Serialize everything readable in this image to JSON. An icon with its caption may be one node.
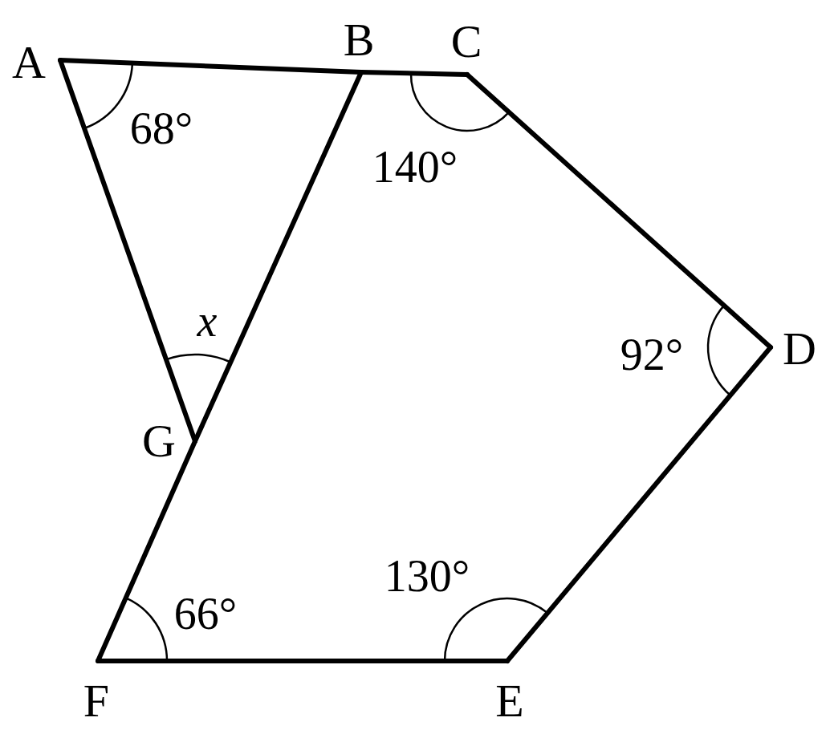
{
  "diagram": {
    "nodes": [
      {
        "text": [
          "A"
        ]
      },
      {
        "text": [
          "B"
        ]
      },
      {
        "text": [
          "C"
        ]
      },
      {
        "text": [
          "D"
        ]
      },
      {
        "text": [
          "E"
        ]
      },
      {
        "text": [
          "F"
        ]
      },
      {
        "text": [
          "G"
        ]
      }
    ],
    "edges": [
      {
        "from": 0,
        "to": 1,
        "arrow": "none"
      },
      {
        "from": 1,
        "to": 2,
        "arrow": "none"
      },
      {
        "from": 2,
        "to": 3,
        "arrow": "none"
      },
      {
        "from": 3,
        "to": 4,
        "arrow": "none"
      },
      {
        "from": 4,
        "to": 5,
        "arrow": "none"
      },
      {
        "from": 5,
        "to": 6,
        "arrow": "none"
      },
      {
        "from": 6,
        "to": 1,
        "arrow": "none"
      },
      {
        "from": 0,
        "to": 6,
        "arrow": "none"
      }
    ],
    "labels": [
      "68°",
      "140°",
      "x",
      "92°",
      "130°",
      "66°"
    ]
  }
}
